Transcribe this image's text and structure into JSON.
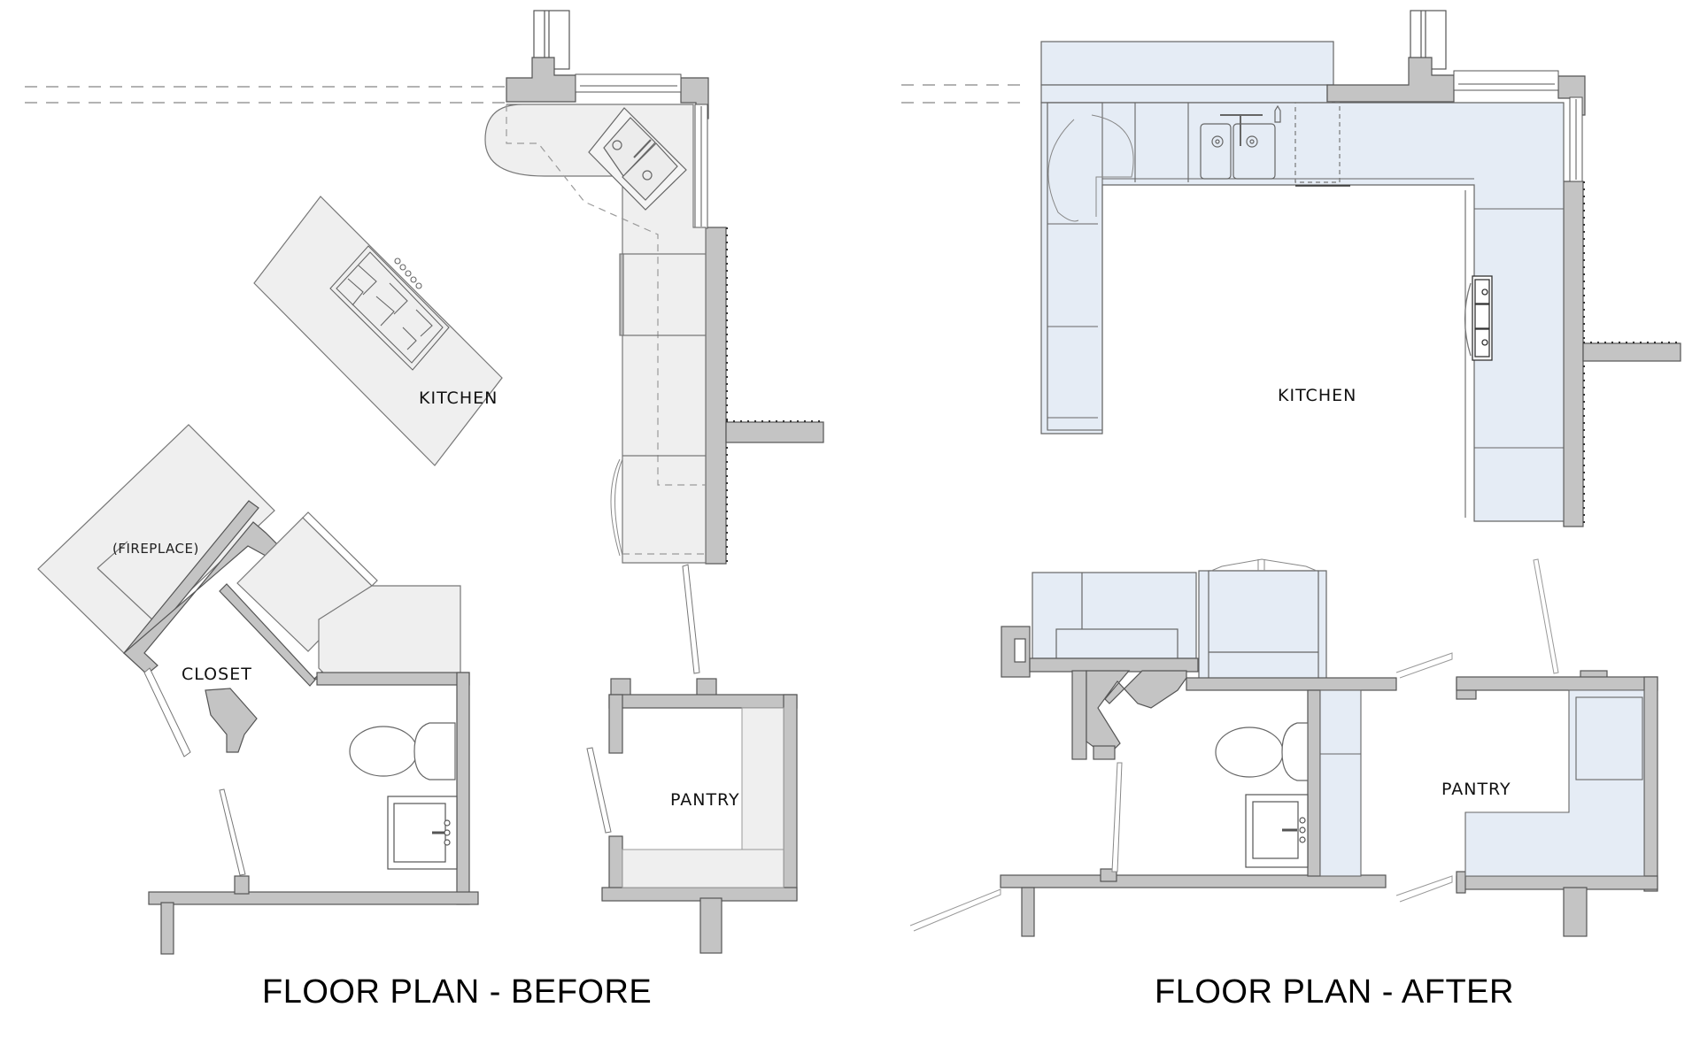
{
  "colors": {
    "wall": "#c4c4c4",
    "wall_stroke": "#555555",
    "before_fill": "#efefef",
    "after_fill": "#e5ecf5",
    "line": "#777777",
    "dashed": "#9a9a9a"
  },
  "before": {
    "caption": "FLOOR PLAN - BEFORE",
    "rooms": {
      "kitchen": "KITCHEN",
      "fireplace": "(FIREPLACE)",
      "closet": "CLOSET",
      "pantry": "PANTRY"
    },
    "fixtures": [
      "island-cooktop",
      "corner-sink",
      "toilet",
      "vanity-sink",
      "curved-end-counter"
    ]
  },
  "after": {
    "caption": "FLOOR PLAN - AFTER",
    "rooms": {
      "kitchen": "KITCHEN",
      "pantry": "PANTRY"
    },
    "fixtures": [
      "double-sink",
      "lazy-susan-corner",
      "range-cooktop",
      "toilet",
      "vanity-sink",
      "refrigerator",
      "wall-oven-cabinet"
    ]
  }
}
